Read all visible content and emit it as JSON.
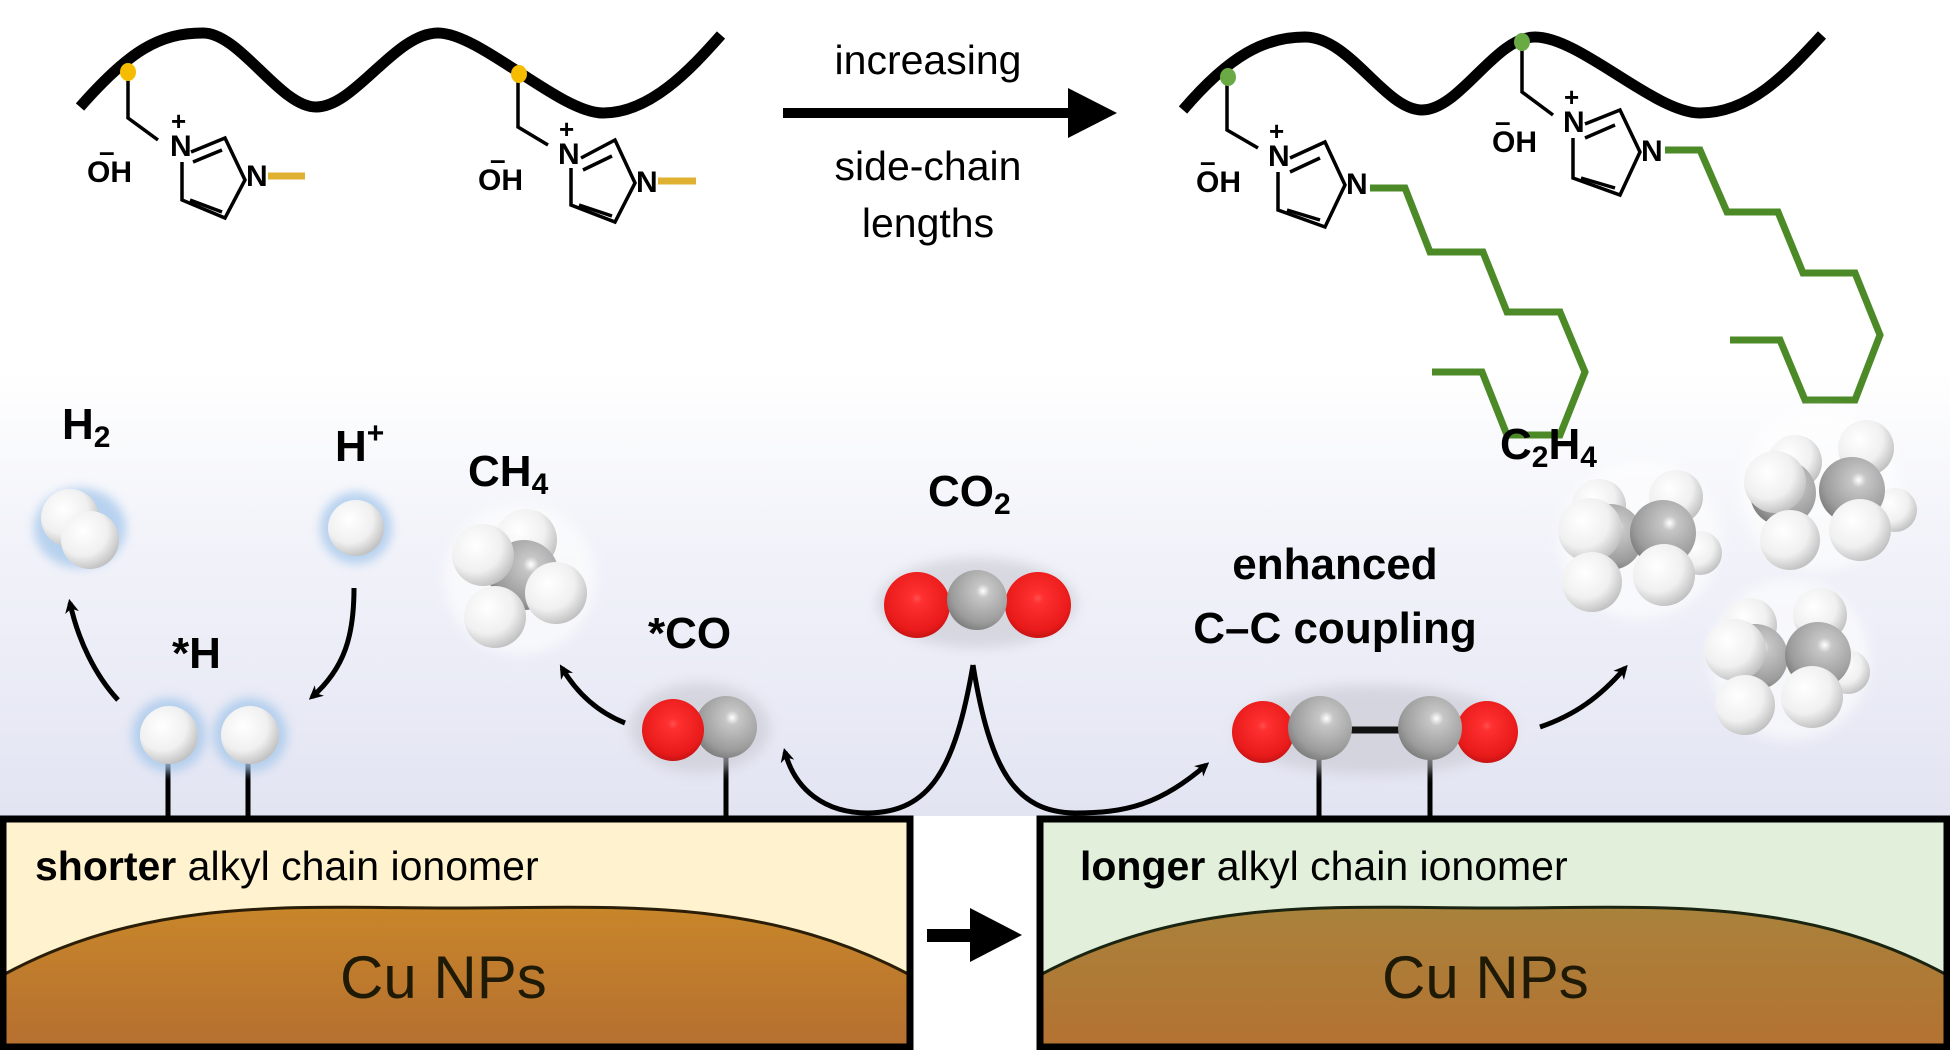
{
  "top": {
    "arrow_label_top": "increasing",
    "arrow_label_bottom_1": "side-chain",
    "arrow_label_bottom_2": "lengths",
    "left_ionomer": {
      "units": [
        {
          "anion": "OH",
          "anion_charge": "–",
          "n_plus": "N",
          "plus": "+",
          "n3": "N"
        },
        {
          "anion": "OH",
          "anion_charge": "–",
          "n_plus": "N",
          "plus": "+",
          "n3": "N"
        }
      ],
      "side_chain": "methyl",
      "accent_color": "#f5bc00",
      "chain_color": "#e0b030"
    },
    "right_ionomer": {
      "units": [
        {
          "anion": "OH",
          "anion_charge": "–",
          "n_plus": "N",
          "plus": "+",
          "n3": "N"
        },
        {
          "anion": "OH",
          "anion_charge": "–",
          "n_plus": "N",
          "plus": "+",
          "n3": "N"
        }
      ],
      "side_chain": "long alkyl",
      "accent_color": "#6aaa44",
      "chain_color": "#4c8a28"
    }
  },
  "mechanism": {
    "h2": {
      "main": "H",
      "sub": "2"
    },
    "h_plus": {
      "main": "H",
      "sup": "+"
    },
    "h_ads": "*H",
    "ch4": {
      "main": "CH",
      "sub": "4"
    },
    "co_ads": "*CO",
    "co2": {
      "main": "CO",
      "sub": "2"
    },
    "coupling_line1": "enhanced",
    "coupling_line2": "C–C coupling",
    "c2h4": {
      "c": "C",
      "sub1": "2",
      "h": "H",
      "sub2": "4"
    }
  },
  "panels": {
    "left": {
      "bold": "shorter",
      "rest": " alkyl chain ionomer",
      "core": "Cu NPs",
      "fill": "#fff2cf"
    },
    "right": {
      "bold": "longer",
      "rest": " alkyl chain ionomer",
      "core": "Cu NPs",
      "fill": "#e1efdb"
    }
  },
  "colors": {
    "oxygen": "#e8191d",
    "carbon": "#9a9a9a",
    "hydrogen": "#f4f4f4",
    "background_band": "#e3e5f3",
    "cu_left": "#c4812b",
    "cu_right": "#a97f3a"
  }
}
